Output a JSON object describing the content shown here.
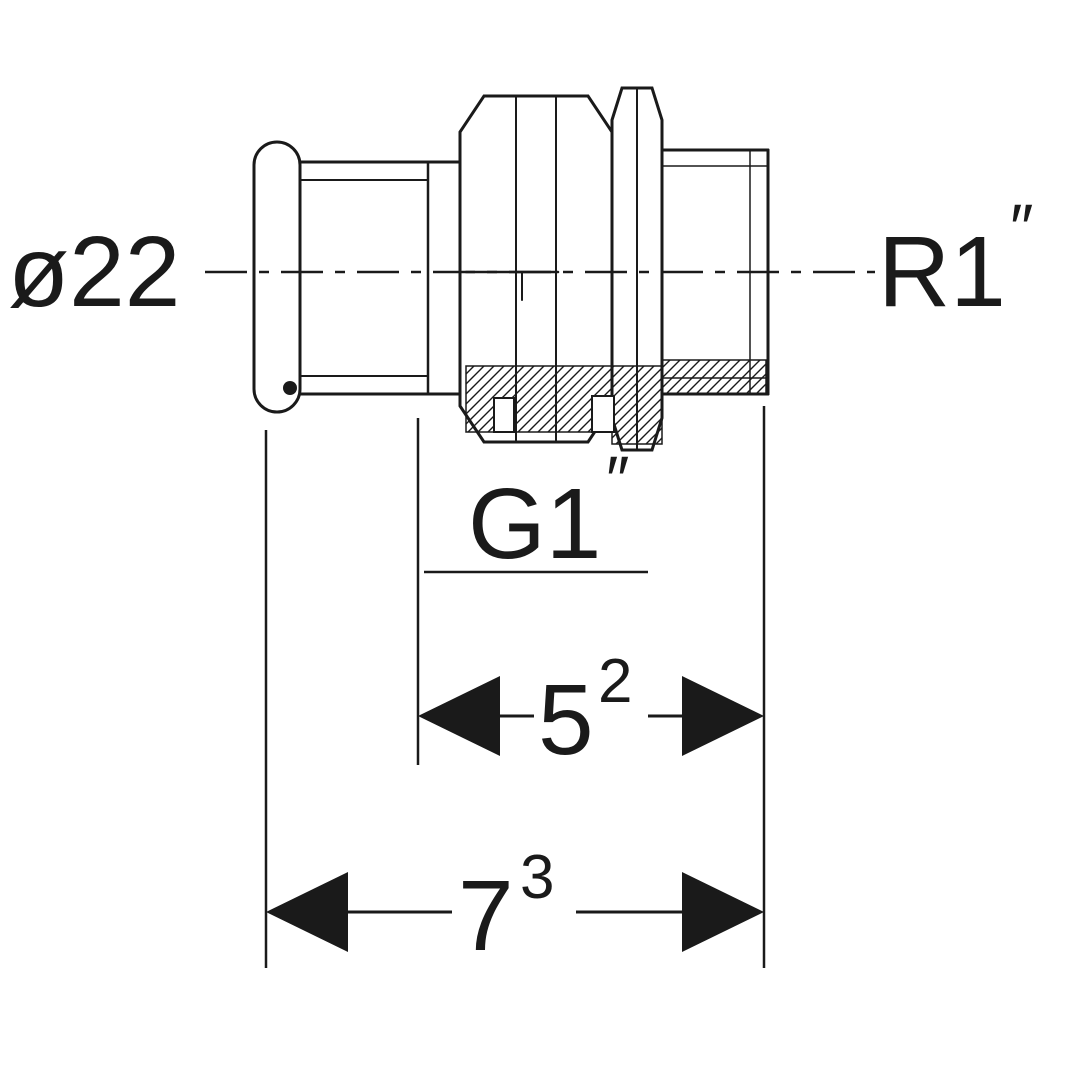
{
  "diagram": {
    "type": "technical-drawing",
    "subject": "press-fitting union adapter with male thread, cross-section side view",
    "background_color": "#ffffff",
    "line_color": "#1a1a1a",
    "labels": {
      "left_diameter": "ø22",
      "right_thread": "R1",
      "right_thread_unit": "″",
      "union_thread": "G1",
      "union_thread_unit": "″",
      "width_value": "5",
      "width_superscript": "2",
      "overall_value": "7",
      "overall_superscript": "3"
    }
  }
}
